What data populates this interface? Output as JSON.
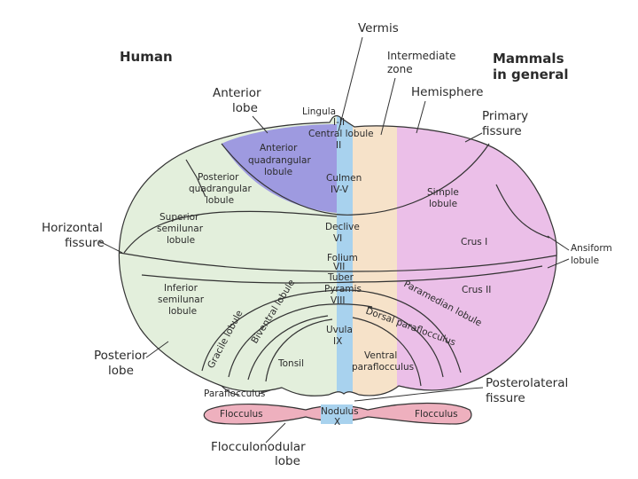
{
  "headings": {
    "human": "Human",
    "mammals_line1": "Mammals",
    "mammals_line2": "in general"
  },
  "callouts": {
    "vermis": "Vermis",
    "intermediate_zone": [
      "Intermediate",
      "zone"
    ],
    "hemisphere": "Hemisphere",
    "anterior_lobe": [
      "Anterior",
      "lobe"
    ],
    "primary_fissure": [
      "Primary",
      "fissure"
    ],
    "horizontal_fissure": [
      "Horizontal",
      "fissure"
    ],
    "ansiform_lobule": [
      "Ansiform",
      "lobule"
    ],
    "posterior_lobe": [
      "Posterior",
      "lobe"
    ],
    "posterolateral_fissure": [
      "Posterolateral",
      "fissure"
    ],
    "flocculonodular_lobe": [
      "Flocculonodular",
      "lobe"
    ],
    "paraflocculus": "Paraflocculus"
  },
  "regions": {
    "lingula": "Lingula",
    "lingula_num": "I-II",
    "central_lobule": "Central lobule",
    "central_num": "II",
    "anterior_quadrangular": [
      "Anterior",
      "quadrangular",
      "lobule"
    ],
    "culmen": [
      "Culmen",
      "IV-V"
    ],
    "posterior_quadrangular": [
      "Posterior",
      "quadrangular",
      "lobule"
    ],
    "simple_lobule": [
      "Simple",
      "lobule"
    ],
    "superior_semilunar": [
      "Superior",
      "semilunar",
      "lobule"
    ],
    "declive": [
      "Declive",
      "VI"
    ],
    "crus_1": "Crus I",
    "folium": [
      "Folium",
      "VII"
    ],
    "tuber": "Tuber",
    "pyramis": [
      "Pyramis",
      "VIII"
    ],
    "crus_2": "Crus II",
    "inferior_semilunar": [
      "Inferior",
      "semilunar",
      "lobule"
    ],
    "paramedian_lobule": "Paramedian lobule",
    "biventral_lobule": "Biventral lobule",
    "gracile_lobule": "Gracile lobule",
    "dorsal_paraflocculus": "Dorsal paraflocculus",
    "uvula": [
      "Uvula",
      "IX"
    ],
    "tonsil": "Tonsil",
    "ventral_paraflocculus": [
      "Ventral",
      "paraflocculus"
    ],
    "flocculus_left": "Flocculus",
    "nodulus": [
      "Nodulus",
      "X"
    ],
    "flocculus_right": "Flocculus"
  },
  "colors": {
    "green": "#e3efdc",
    "purple": "#9e9ae0",
    "blue": "#a8d2ee",
    "orange": "#f6e2c9",
    "pink": "#ebbfe8",
    "flocculus": "#eeb0be",
    "outline": "#333333"
  }
}
